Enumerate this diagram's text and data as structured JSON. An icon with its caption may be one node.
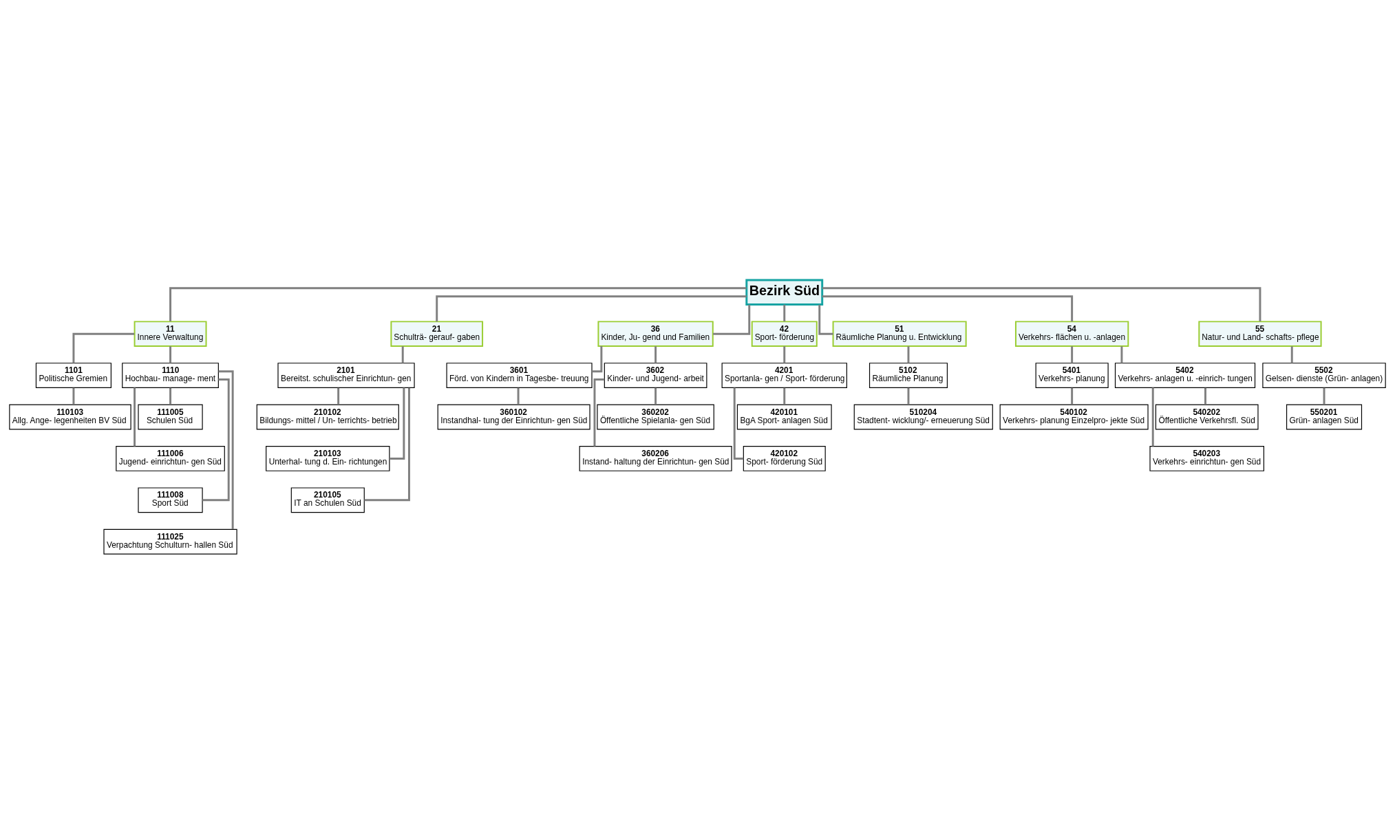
{
  "diagram": {
    "nodes": [
      {
        "text": [
          "Bezirk Süd"
        ]
      },
      {
        "text": [
          "11",
          "Innere Verwaltung"
        ]
      },
      {
        "text": [
          "21",
          "Schulträ- gerauf- gaben"
        ]
      },
      {
        "text": [
          "36",
          "Kinder, Ju- gend und Familien"
        ]
      },
      {
        "text": [
          "42",
          "Sport- förderung"
        ]
      },
      {
        "text": [
          "51",
          "Räumliche Planung u. Entwicklung"
        ]
      },
      {
        "text": [
          "54",
          "Verkehrs- flächen u. -anlagen"
        ]
      },
      {
        "text": [
          "55",
          "Natur- und Land- schafts- pflege"
        ]
      },
      {
        "text": [
          "1101",
          "Politische Gremien"
        ]
      },
      {
        "text": [
          "1110",
          "Hochbau- manage- ment"
        ]
      },
      {
        "text": [
          "2101",
          "Bereitst. schulischer Einrichtun- gen"
        ]
      },
      {
        "text": [
          "3601",
          "Förd. von Kindern in Tagesbe- treuung"
        ]
      },
      {
        "text": [
          "3602",
          "Kinder- und Jugend- arbeit"
        ]
      },
      {
        "text": [
          "4201",
          "Sportanla- gen / Sport- förderung"
        ]
      },
      {
        "text": [
          "5102",
          "Räumliche Planung"
        ]
      },
      {
        "text": [
          "5401",
          "Verkehrs- planung"
        ]
      },
      {
        "text": [
          "5402",
          "Verkehrs- anlagen u. -einrich- tungen"
        ]
      },
      {
        "text": [
          "5502",
          "Gelsen- dienste (Grün- anlagen)"
        ]
      },
      {
        "text": [
          "110103",
          "Allg. Ange- legenheiten BV Süd"
        ]
      },
      {
        "text": [
          "111005",
          "Schulen Süd"
        ]
      },
      {
        "text": [
          "210102",
          "Bildungs- mittel / Un- terrichts- betrieb"
        ]
      },
      {
        "text": [
          "360102",
          "Instandhal- tung der Einrichtun- gen Süd"
        ]
      },
      {
        "text": [
          "360202",
          "Öffentliche Spielanla- gen Süd"
        ]
      },
      {
        "text": [
          "420101",
          "BgA Sport- anlagen Süd"
        ]
      },
      {
        "text": [
          "510204",
          "Stadtent- wicklung/- erneuerung Süd"
        ]
      },
      {
        "text": [
          "540102",
          "Verkehrs- planung Einzelpro- jekte Süd"
        ]
      },
      {
        "text": [
          "540202",
          "Öffentliche Verkehrsfl. Süd"
        ]
      },
      {
        "text": [
          "550201",
          "Grün- anlagen Süd"
        ]
      },
      {
        "text": [
          "111006",
          "Jugend- einrichtun- gen Süd"
        ]
      },
      {
        "text": [
          "210103",
          "Unterhal- tung d. Ein- richtungen"
        ]
      },
      {
        "text": [
          "360206",
          "Instand- haltung der Einrichtun- gen Süd"
        ]
      },
      {
        "text": [
          "420102",
          "Sport- förderung Süd"
        ]
      },
      {
        "text": [
          "540203",
          "Verkehrs- einrichtun- gen Süd"
        ]
      },
      {
        "text": [
          "111008",
          "Sport Süd"
        ]
      },
      {
        "text": [
          "210105",
          "IT an Schulen Süd"
        ]
      },
      {
        "text": [
          "111025",
          "Verpachtung Schulturn- hallen Süd"
        ]
      }
    ],
    "edges": [
      {
        "from": 0,
        "to": 1,
        "arrow": "none"
      },
      {
        "from": 0,
        "to": 2,
        "arrow": "none"
      },
      {
        "from": 0,
        "to": 3,
        "arrow": "none"
      },
      {
        "from": 0,
        "to": 4,
        "arrow": "none"
      },
      {
        "from": 0,
        "to": 5,
        "arrow": "none"
      },
      {
        "from": 0,
        "to": 6,
        "arrow": "none"
      },
      {
        "from": 0,
        "to": 7,
        "arrow": "none"
      },
      {
        "from": 1,
        "to": 8,
        "arrow": "none"
      },
      {
        "from": 1,
        "to": 9,
        "arrow": "none"
      },
      {
        "from": 2,
        "to": 10,
        "arrow": "none"
      },
      {
        "from": 3,
        "to": 11,
        "arrow": "none"
      },
      {
        "from": 3,
        "to": 12,
        "arrow": "none"
      },
      {
        "from": 4,
        "to": 13,
        "arrow": "none"
      },
      {
        "from": 5,
        "to": 14,
        "arrow": "none"
      },
      {
        "from": 6,
        "to": 15,
        "arrow": "none"
      },
      {
        "from": 6,
        "to": 16,
        "arrow": "none"
      },
      {
        "from": 7,
        "to": 17,
        "arrow": "none"
      },
      {
        "from": 8,
        "to": 18,
        "arrow": "none"
      },
      {
        "from": 9,
        "to": 19,
        "arrow": "none"
      },
      {
        "from": 9,
        "to": 28,
        "arrow": "none"
      },
      {
        "from": 9,
        "to": 33,
        "arrow": "none"
      },
      {
        "from": 9,
        "to": 35,
        "arrow": "none"
      },
      {
        "from": 10,
        "to": 20,
        "arrow": "none"
      },
      {
        "from": 10,
        "to": 29,
        "arrow": "none"
      },
      {
        "from": 10,
        "to": 34,
        "arrow": "none"
      },
      {
        "from": 11,
        "to": 21,
        "arrow": "none"
      },
      {
        "from": 12,
        "to": 22,
        "arrow": "none"
      },
      {
        "from": 12,
        "to": 30,
        "arrow": "none"
      },
      {
        "from": 13,
        "to": 23,
        "arrow": "none"
      },
      {
        "from": 13,
        "to": 31,
        "arrow": "none"
      },
      {
        "from": 14,
        "to": 24,
        "arrow": "none"
      },
      {
        "from": 15,
        "to": 25,
        "arrow": "none"
      },
      {
        "from": 16,
        "to": 26,
        "arrow": "none"
      },
      {
        "from": 16,
        "to": 32,
        "arrow": "none"
      },
      {
        "from": 17,
        "to": 27,
        "arrow": "none"
      }
    ]
  }
}
